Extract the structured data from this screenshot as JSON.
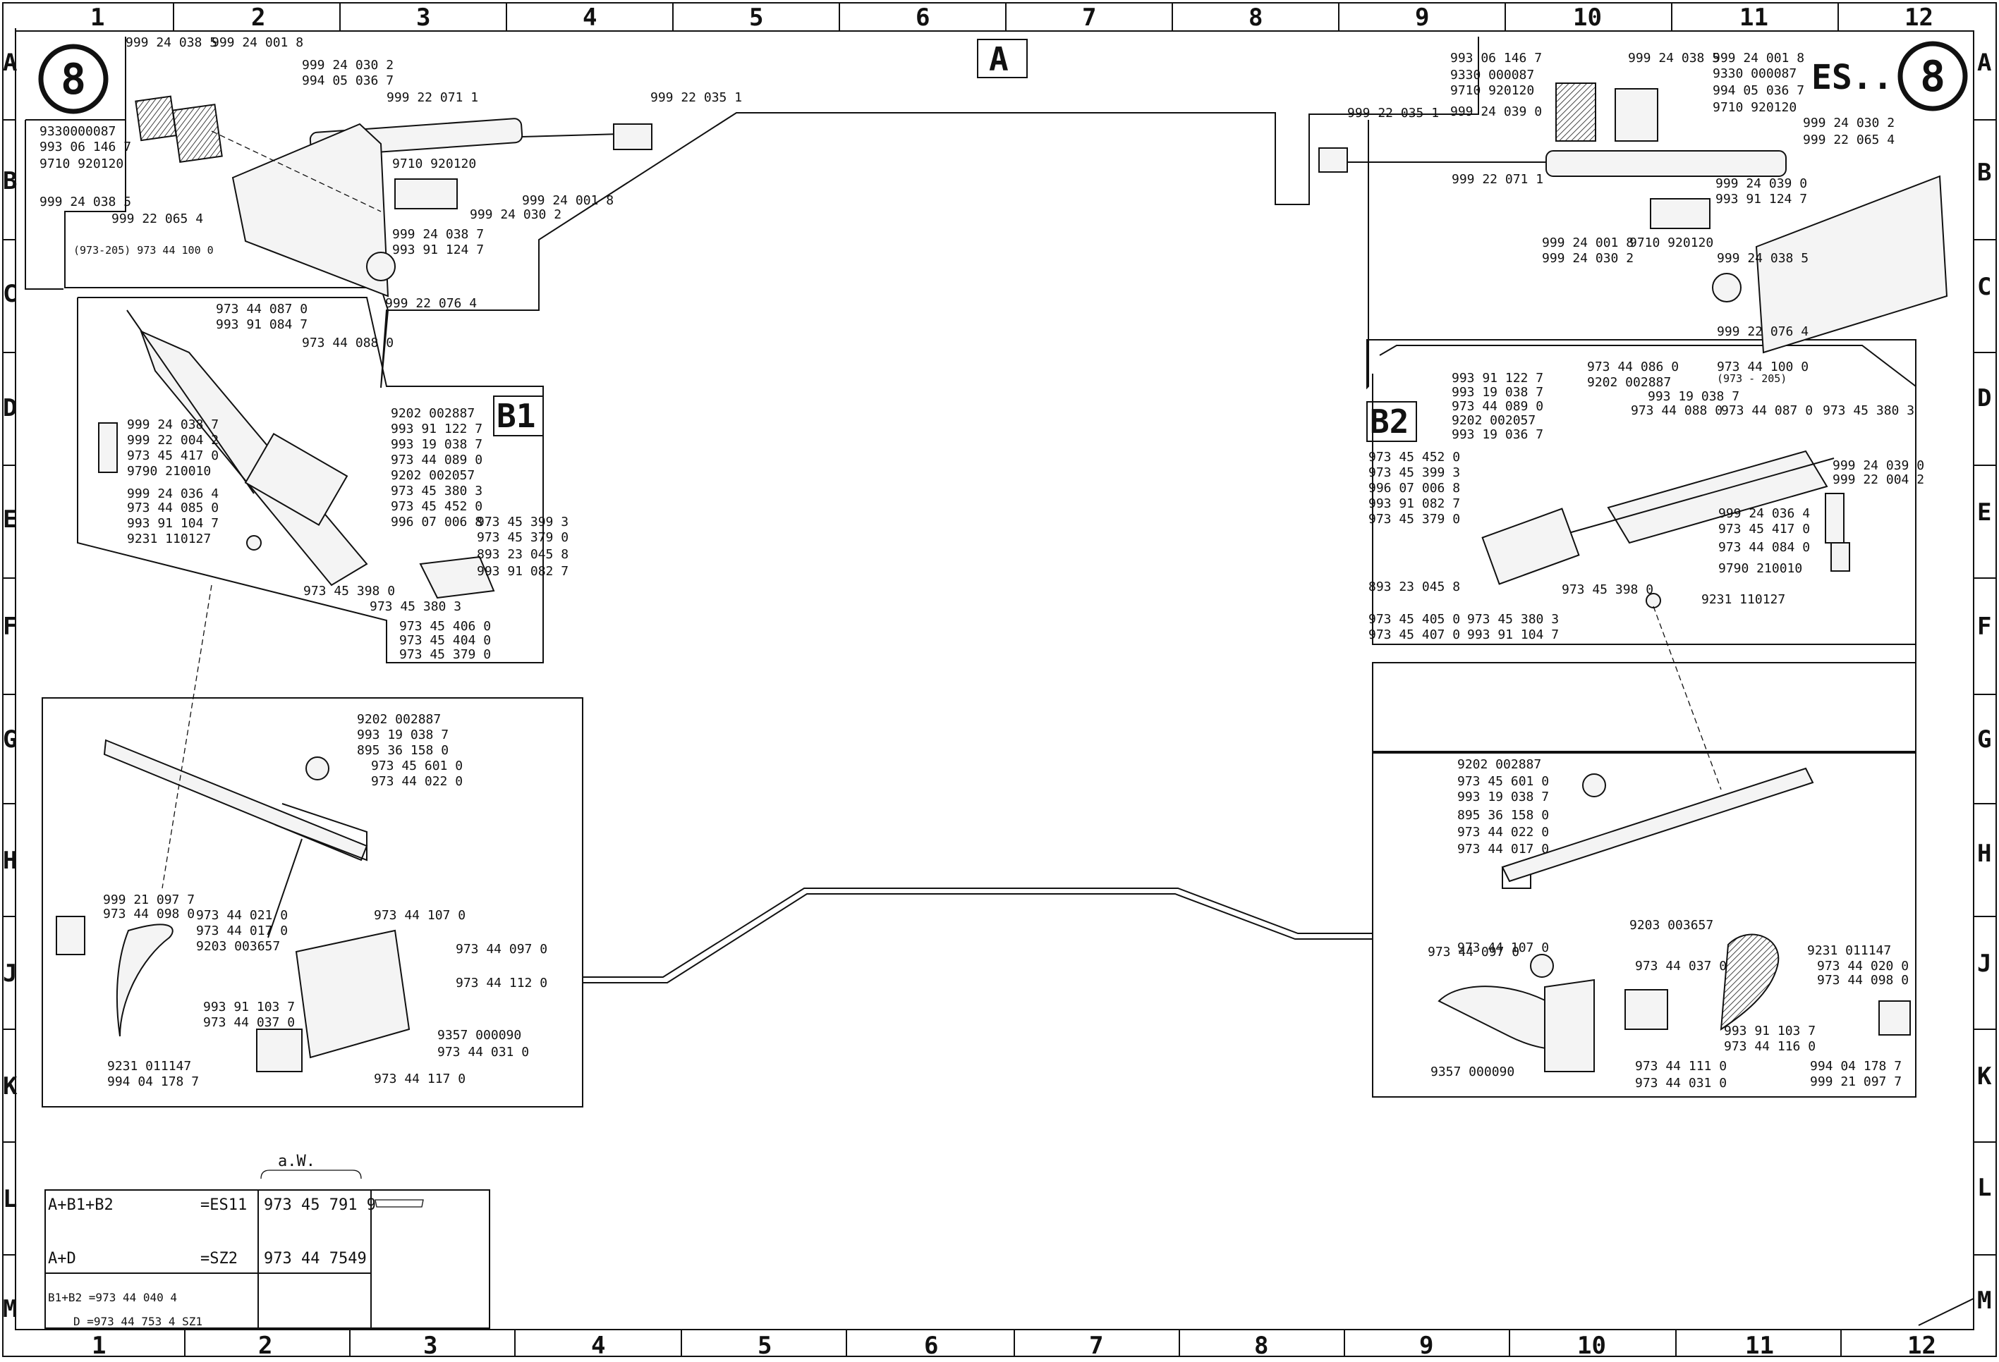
{
  "columns": [
    "1",
    "2",
    "3",
    "4",
    "5",
    "6",
    "7",
    "8",
    "9",
    "10",
    "11",
    "12"
  ],
  "rows": [
    "A",
    "B",
    "C",
    "D",
    "E",
    "F",
    "G",
    "H",
    "J",
    "K",
    "L",
    "M"
  ],
  "badge_left": "8",
  "badge_right": "8",
  "es_label": "ES....",
  "section_A": "A",
  "section_B1": "B1",
  "section_B2": "B2",
  "labels": {
    "a1": "999 24 038 5",
    "a2": "999 24 001 8",
    "a3": "999 24 030 2",
    "a4": "994 05 036 7",
    "a5": "999 22 071 1",
    "a6": "999 22 035 1",
    "a7": "9330000087",
    "a8": "993 06 146 7",
    "a9": "9710 920120",
    "a10": "999 24 038 5",
    "a11": "999 22 065 4",
    "a12": "(973-205) 973 44 100 0",
    "a13": "9710 920120",
    "a14": "999 24 001 8",
    "a15": "999 24 030 2",
    "a16": "999 24 038 7",
    "a17": "993 91 124 7",
    "a18": "999 22 076 4",
    "r1": "993 06 146 7",
    "r2": "999 24 038 5",
    "r3": "999 24 001 8",
    "r4": "9330 000087",
    "r5": "9330 000087",
    "r6": "9710 920120",
    "r7": "994 05 036 7",
    "r8": "999 24 039 0",
    "r9": "9710 920120",
    "r10": "999 22 035 1",
    "r11": "999 24 030 2",
    "r12": "999 22 065 4",
    "r13": "999 22 071 1",
    "r14": "999 24 039 0",
    "r15": "993 91 124 7",
    "r16": "999 24 001 8",
    "r17": "9710 920120",
    "r18": "999 24 030 2",
    "r19": "999 24 038 5",
    "r20": "999 22 076 4",
    "r21": "973 44 100 0",
    "r22": "(973 - 205)",
    "b1_1": "973 44 087 0",
    "b1_2": "993 91 084 7",
    "b1_3": "973 44 088 0",
    "b1_4": "9202 002887",
    "b1_5": "993 91 122 7",
    "b1_6": "993 19 038 7",
    "b1_7": "973 44 089 0",
    "b1_8": "9202 002057",
    "b1_9": "973 45 380 3",
    "b1_10": "973 45 452 0",
    "b1_11": "996 07 006 8",
    "b1_12": "973 45 399 3",
    "b1_13": "973 45 379 0",
    "b1_14": "893 23 045 8",
    "b1_15": "993 91 082 7",
    "b1_16": "999 24 038 7",
    "b1_17": "999 22 004 2",
    "b1_18": "973 45 417 0",
    "b1_19": "9790 210010",
    "b1_20": "999 24 036 4",
    "b1_21": "973 44 085 0",
    "b1_22": "993 91 104 7",
    "b1_23": "9231 110127",
    "b1_24": "973 45 398 0",
    "b1_25": "973 45 380 3",
    "b1_26": "973 45 406 0",
    "b1_27": "973 45 404 0",
    "b1_28": "973 45 379 0",
    "b2_1": "993 91 122 7",
    "b2_2": "973 44 086 0",
    "b2_3": "993 19 038 7",
    "b2_4": "9202 002887",
    "b2_5": "973 44 089 0",
    "b2_6": "993 19 038 7",
    "b2_7": "9202 002057",
    "b2_8": "973 44 088 0",
    "b2_9": "993 19 036 7",
    "b2_10": "973 44 087 0",
    "b2_11": "973 45 380 3",
    "b2_12": "973 45 452 0",
    "b2_13": "973 45 399 3",
    "b2_14": "996 07 006 8",
    "b2_15": "993 91 082 7",
    "b2_16": "973 45 379 0",
    "b2_17": "999 24 039 0",
    "b2_18": "999 22 004 2",
    "b2_19": "999 24 036 4",
    "b2_20": "973 45 417 0",
    "b2_21": "973 44 084 0",
    "b2_22": "9790 210010",
    "b2_23": "893 23 045 8",
    "b2_24": "973 45 398 0",
    "b2_25": "9231 110127",
    "b2_26": "973 45 405 0",
    "b2_27": "973 45 380 3",
    "b2_28": "973 45 407 0",
    "b2_29": "993 91 104 7",
    "g1": "9202 002887",
    "g2": "993 19 038 7",
    "g3": "895 36 158 0",
    "g4": "973 45 601 0",
    "g5": "973 44 022 0",
    "j1": "999 21 097 7",
    "j2": "973 44 098 0",
    "j3": "973 44 021 0",
    "j4": "973 44 017 0",
    "j5": "9203 003657",
    "j6": "973 44 107 0",
    "j7": "973 44 097 0",
    "j8": "973 44 112 0",
    "j9": "993 91 103 7",
    "j10": "973 44 037 0",
    "j11": "9357 000090",
    "j12": "973 44 031 0",
    "j13": "9231 011147",
    "j14": "994 04 178 7",
    "j15": "973 44 117 0",
    "h1": "9202 002887",
    "h2": "973 45 601 0",
    "h3": "993 19 038 7",
    "h4": "895 36 158 0",
    "h5": "973 44 022 0",
    "h6": "973 44 017 0",
    "k1": "973 44 107 0",
    "k2": "9203 003657",
    "k3": "973 44 097 0",
    "k4": "973 44 037 0",
    "k5": "9231 011147",
    "k6": "973 44 020 0",
    "k7": "973 44 098 0",
    "k8": "993 91 103 7",
    "k9": "973 44 116 0",
    "k10": "994 04 178 7",
    "k11": "999 21 097 7",
    "k12": "9357 000090",
    "k13": "973 44 111 0",
    "k14": "973 44 031 0"
  },
  "table": {
    "header": "a.W.",
    "row1_combo": "A+B1+B2",
    "row1_code": "=ES11",
    "row1_part": "973 45 791 9",
    "row2_combo": "A+D",
    "row2_code": "=SZ2",
    "row2_part": "973 44 7549",
    "note1": "B1+B2 =973 44 040 4",
    "note2": "D =973 44 753 4 SZ1"
  }
}
